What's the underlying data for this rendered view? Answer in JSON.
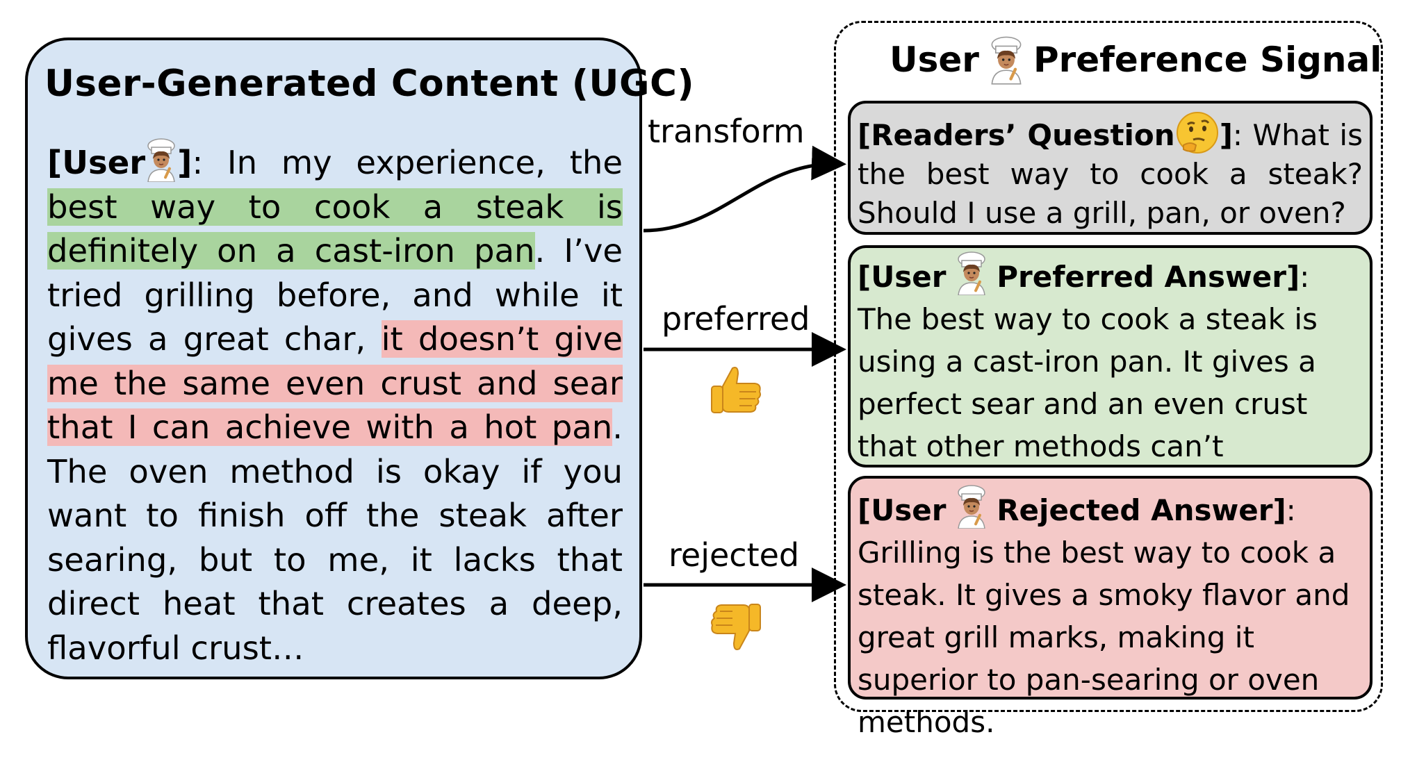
{
  "ugc_panel": {
    "title": "User-Generated Content (UGC)",
    "user_label_open": "[User",
    "user_label_close": "]",
    "text_before": ": In my experience, the ",
    "highlight_green": "best way to cook a steak is definitely on a cast-iron pan",
    "text_middle": ". I’ve tried grilling before, and while it gives a great char, ",
    "highlight_red": "it doesn’t give me the same even crust and sear that I can achieve with a hot pan",
    "text_after": ". The oven method is okay if you want to finish off the steak after searing, but to me, it lacks that direct heat that creates a deep, flavorful crust…"
  },
  "signal_panel": {
    "title_left": "User",
    "title_right": "Preference Signal",
    "question": {
      "label_open": "[Readers’ Question",
      "label_close": "]",
      "text": ": What is the best way to cook a steak? Should I use a grill, pan, or oven?"
    },
    "preferred": {
      "label_open": "[User",
      "label_bold": "Preferred Answer]",
      "text": ": The best way to cook a steak is using a cast-iron pan. It gives a perfect sear and an even crust that other methods can’t match…."
    },
    "rejected": {
      "label_open": "[User",
      "label_bold": "Rejected Answer]",
      "text": ": Grilling is the best way to cook a steak. It gives a smoky flavor and great grill marks, making it superior to pan-searing or oven methods."
    }
  },
  "arrows": {
    "transform_label": "transform",
    "preferred_label": "preferred",
    "rejected_label": "rejected"
  },
  "icons": {
    "user": "chef-icon",
    "question": "thinking-face-icon",
    "preferred": "thumbs-up-icon",
    "rejected": "thumbs-down-icon"
  },
  "colors": {
    "ugc_background": "#d7e5f4",
    "highlight_green": "#a9d49e",
    "highlight_red": "#f4b9b8",
    "question_background": "#d9d9d9",
    "preferred_background": "#d7e9cf",
    "rejected_background": "#f4c9c8"
  }
}
